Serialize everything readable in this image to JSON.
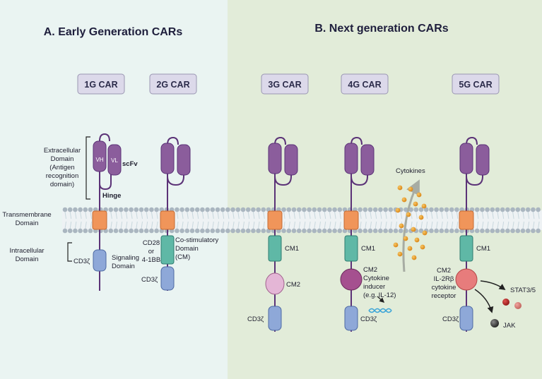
{
  "panels": {
    "a_title": "A. Early Generation CARs",
    "b_title": "B. Next generation CARs"
  },
  "generations": [
    "1G CAR",
    "2G CAR",
    "3G CAR",
    "4G CAR",
    "5G CAR"
  ],
  "left_labels": {
    "extracellular": [
      "Extracellular",
      "Domain",
      "(Antigen",
      "recognition",
      "domain)"
    ],
    "transmembrane": [
      "Transmembrane",
      "Domain"
    ],
    "intracellular": [
      "Intracellular",
      "Domain"
    ]
  },
  "car1": {
    "vh": "VH",
    "vl": "VL",
    "scfv": "scFv",
    "hinge": "Hinge",
    "cd3z": "CD3ζ",
    "signaling": [
      "Signaling",
      "Domain"
    ]
  },
  "car2": {
    "cd28": [
      "CD28",
      "or",
      "4-1BB"
    ],
    "costim": [
      "Co-stimulatory",
      "Domain",
      "(CM)"
    ],
    "cd3z": "CD3ζ"
  },
  "car3": {
    "cm1": "CM1",
    "cm2": "CM2",
    "cd3z": "CD3ζ"
  },
  "car4": {
    "cm1": "CM1",
    "cm2": [
      "CM2",
      "Cytokine",
      "inducer",
      "(e.g. IL-12)"
    ],
    "cd3z": "CD3ζ",
    "cytokines": "Cytokines"
  },
  "car5": {
    "cm1": "CM1",
    "cm2": [
      "CM2",
      "IL-2Rβ",
      "cytokine",
      "receptor"
    ],
    "cd3z": "CD3ζ",
    "stat": "STAT3/5",
    "jak": "JAK"
  },
  "colors": {
    "panel_a_bg": "#eaf4f2",
    "panel_b_bg": "#e2ecd9",
    "scfv": "#8b5d9c",
    "transmembrane": "#f0955a",
    "cd3z": "#8ea8d8",
    "cm1": "#5fb8a6",
    "cm2_3g": "#e4b6d6",
    "cm2_4g": "#a5508f",
    "cm2_5g": "#e77c7c",
    "label_box": "#dcd9ea",
    "cytokine_dot": "#e9961e"
  }
}
